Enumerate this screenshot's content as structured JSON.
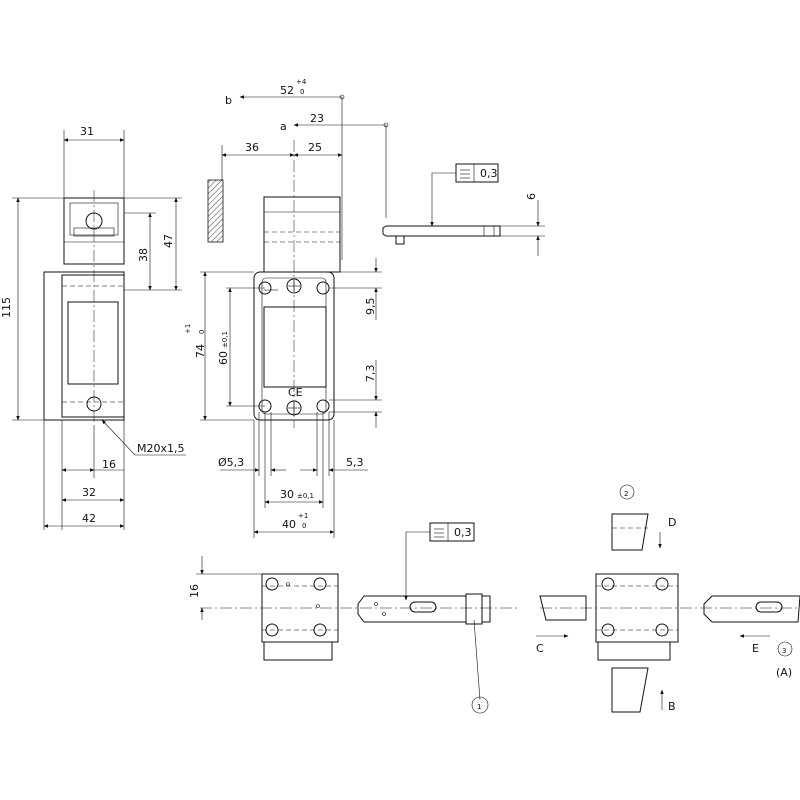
{
  "dimensions": {
    "b_label": "b",
    "b_value": "52",
    "b_tol_up": "+4",
    "b_tol_low": "0",
    "a_label": "a",
    "a_value": "23",
    "d36": "36",
    "d25": "25",
    "d31": "31",
    "d115": "115",
    "d38": "38",
    "d47": "47",
    "d74": "74",
    "d74_up": "+1",
    "d74_low": "0",
    "d60": "60",
    "d60_tol": "±0,1",
    "d9_5": "9,5",
    "d7_3": "7,3",
    "d6": "6",
    "flat_tol": "0,3",
    "flat_tol2": "0,3",
    "thread": "M20x1,5",
    "d16": "16",
    "d32": "32",
    "d42": "42",
    "d5_3a": "Ø5,3",
    "d5_3b": "5,3",
    "d30": "30",
    "d30_tol": "±0,1",
    "d40": "40",
    "d40_up": "+1",
    "d40_low": "0",
    "d16b": "16"
  },
  "labels": {
    "n1": "1",
    "n2": "2",
    "n3": "3",
    "A": "(A)",
    "B": "B",
    "C": "C",
    "D": "D",
    "E": "E"
  }
}
